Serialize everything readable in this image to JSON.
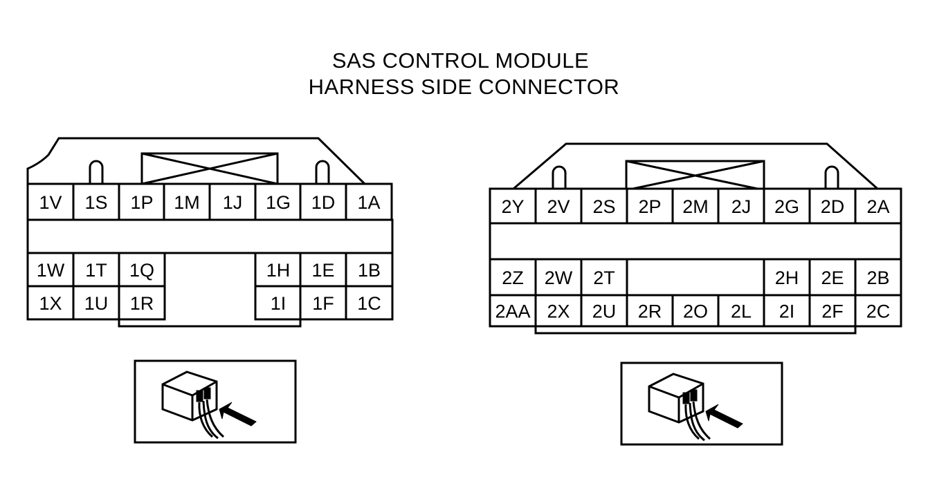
{
  "title_line1": "SAS CONTROL MODULE",
  "title_line2": "HARNESS SIDE CONNECTOR",
  "connector1": {
    "top_row": [
      "1V",
      "1S",
      "1P",
      "1M",
      "1J",
      "1G",
      "1D",
      "1A"
    ],
    "bottom_left": [
      [
        "1W",
        "1T",
        "1Q"
      ],
      [
        "1X",
        "1U",
        "1R"
      ]
    ],
    "bottom_right": [
      [
        "1H",
        "1E",
        "1B"
      ],
      [
        "1I",
        "1F",
        "1C"
      ]
    ]
  },
  "connector2": {
    "top_row": [
      "2Y",
      "2V",
      "2S",
      "2P",
      "2M",
      "2J",
      "2G",
      "2D",
      "2A"
    ],
    "row_mid_left": [
      "2Z",
      "2W",
      "2T"
    ],
    "row_mid_right": [
      "2H",
      "2E",
      "2B"
    ],
    "row_bottom": [
      "2AA",
      "2X",
      "2U",
      "2R",
      "2O",
      "2L",
      "2I",
      "2F",
      "2C"
    ]
  },
  "colors": {
    "line": "#000000",
    "background": "#ffffff"
  }
}
